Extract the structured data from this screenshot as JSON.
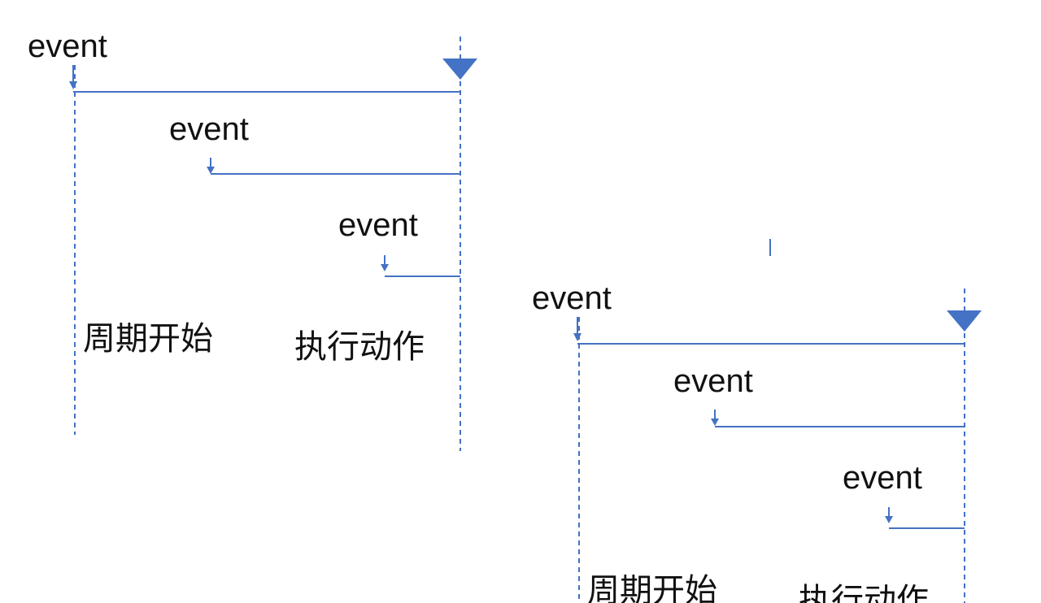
{
  "colors": {
    "line": "#4472C4",
    "text": "#111111",
    "background": "#ffffff"
  },
  "diagrams": [
    {
      "id": "left",
      "event_labels": [
        "event",
        "event",
        "event"
      ],
      "cycle_start_label": "周期开始",
      "action_label": "执行动作"
    },
    {
      "id": "right",
      "event_labels": [
        "event",
        "event",
        "event"
      ],
      "cycle_start_label": "周期开始",
      "action_label": "执行动作"
    }
  ]
}
